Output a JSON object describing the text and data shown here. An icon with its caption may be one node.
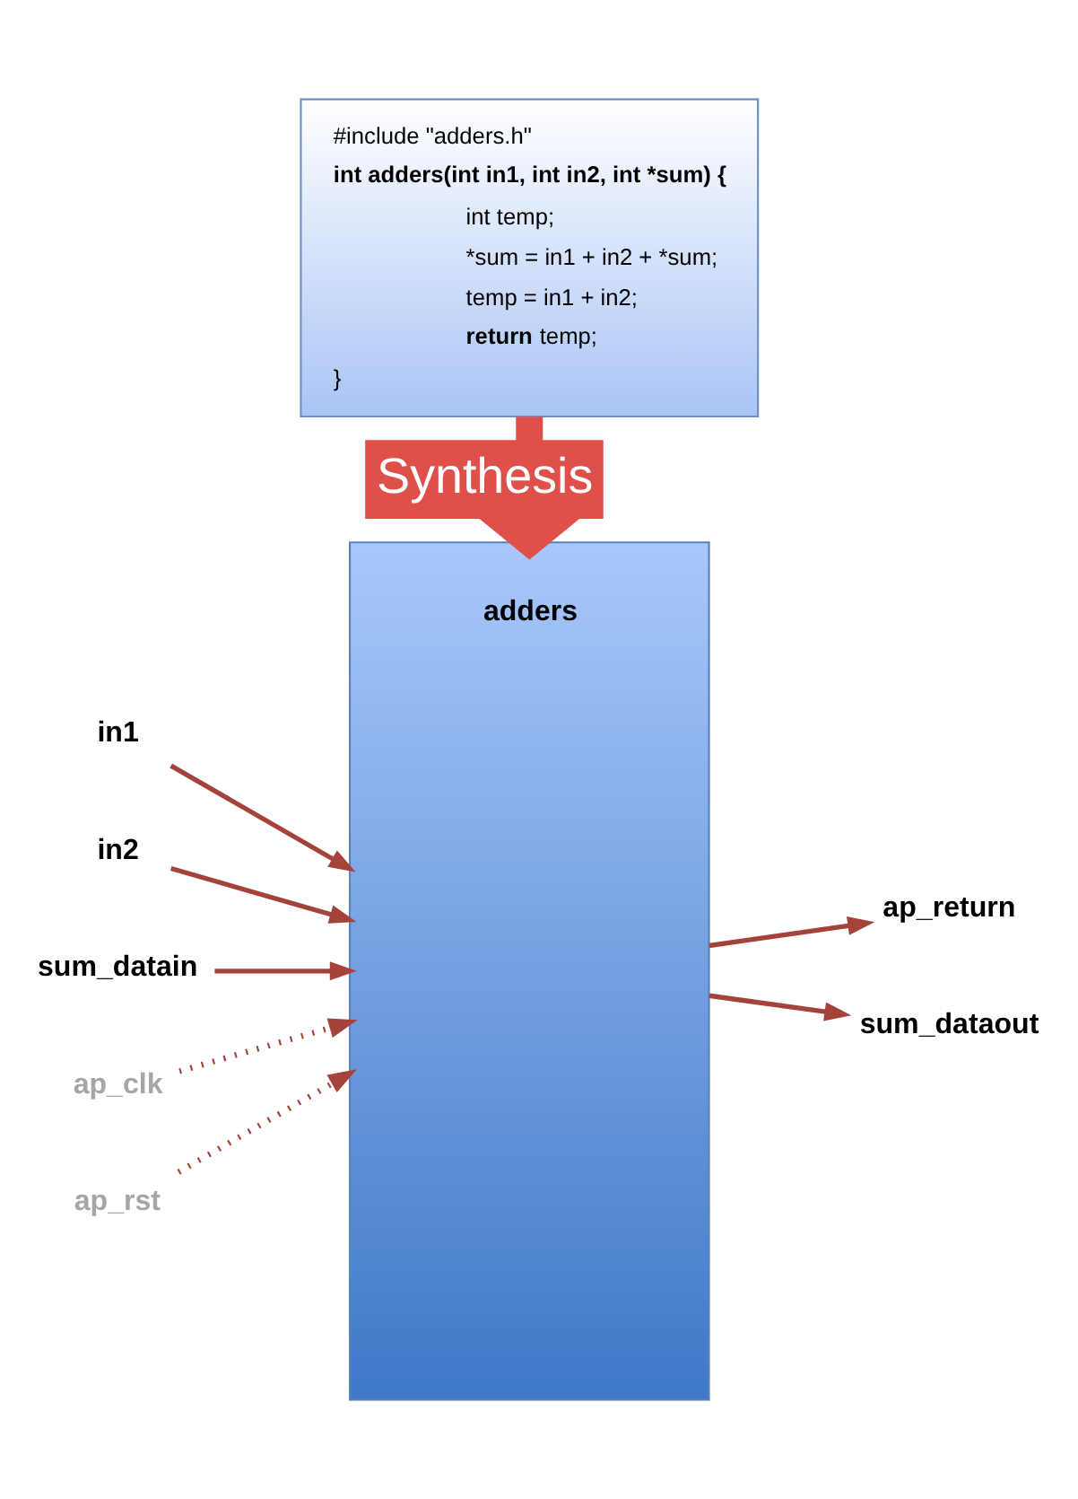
{
  "diagram": {
    "nodes": [
      {
        "text": [
          "#include \"adders.h\"",
          "**int adders(int in1, int in2, int *sum) {**",
          "int temp;",
          "*sum = in1 + in2 + *sum;",
          "temp = in1 + in2;",
          "**return**  temp;",
          "}"
        ]
      },
      {
        "text": [
          "adders"
        ]
      },
      {
        "text": [
          "ap_return"
        ]
      },
      {
        "text": [
          "in1"
        ]
      },
      {
        "text": [
          "in2"
        ]
      },
      {
        "text": [
          "sum_datain"
        ]
      },
      {
        "text": [
          "sum_dataout"
        ]
      },
      {
        "text": [
          "ap_clk"
        ]
      },
      {
        "text": [
          "ap_rst"
        ]
      }
    ],
    "edges": [
      {
        "from": 0,
        "to": 1,
        "arrow": "to",
        "label": "Synthesis",
        "style": "thick",
        "color": "#e0504a"
      },
      {
        "from": 1,
        "to": 2,
        "arrow": "to"
      },
      {
        "from": 3,
        "to": 1,
        "arrow": "to"
      },
      {
        "from": 4,
        "to": 1,
        "arrow": "to"
      },
      {
        "from": 5,
        "to": 1,
        "arrow": "to"
      },
      {
        "from": 1,
        "to": 6,
        "arrow": "to"
      },
      {
        "from": 7,
        "to": 1,
        "arrow": "to",
        "style": "dashed"
      },
      {
        "from": 8,
        "to": 1,
        "arrow": "to",
        "style": "dashed"
      }
    ]
  }
}
